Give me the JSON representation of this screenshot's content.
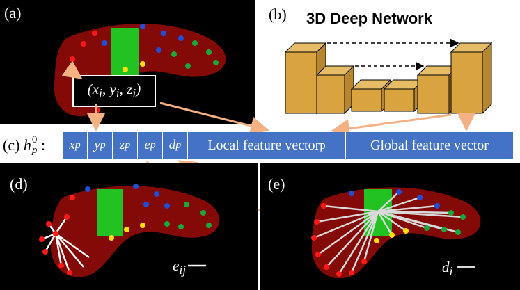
{
  "panels": {
    "a": "(a)",
    "b": "(b)",
    "c": "(c)",
    "d": "(d)",
    "e": "(e)"
  },
  "coord_text": "(x<sub>i</sub>, y<sub>i</sub>, z<sub>i</sub>)",
  "coord_plain": "(xi, yi, zi)",
  "network_title": "3D Deep Network",
  "h_label": "h",
  "h_sub": "p",
  "h_sup": "0",
  "h_colon": ":",
  "features": {
    "x": "x",
    "y": "y",
    "z": "z",
    "e": "e",
    "d": "d",
    "sub": "p",
    "local": "Local feature vector",
    "local_sub": "p",
    "global": "Global feature vector"
  },
  "legend": {
    "eij": "e",
    "eij_sub": "ij",
    "di": "d",
    "di_sub": "i"
  },
  "colors": {
    "kidney": "#8a0b06",
    "organ": "#22c222",
    "red_dot": "#ff1a1a",
    "blue_dot": "#1f4fd6",
    "green_dot": "#1aa83a",
    "yellow_dot": "#ffe000",
    "box": "#d9a440",
    "bar": "#4472c4",
    "arrow": "#f4b183"
  }
}
